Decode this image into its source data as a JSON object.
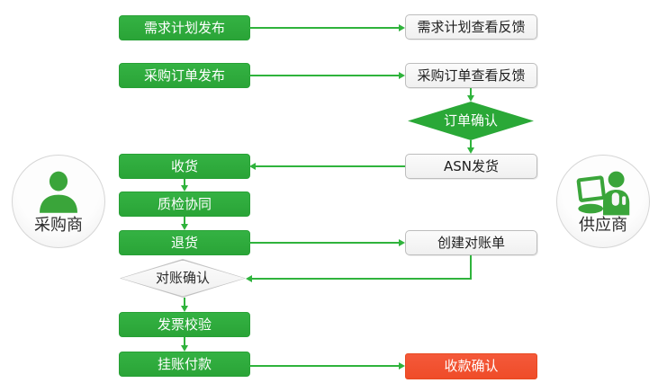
{
  "colors": {
    "primary_green": "#2aa837",
    "arrow_green": "#2fb33c",
    "alert_red": "#ef4c28",
    "box_border_gray": "#bdbdbd",
    "light_box_fill": "#f5f5f5",
    "circle_fill": "#f4f4f4",
    "text_dark": "#1d1d1d",
    "text_white": "#ffffff"
  },
  "actors": {
    "buyer": {
      "label": "采购商",
      "icon": "person-icon"
    },
    "supplier": {
      "label": "供应商",
      "icon": "person-laptop-icon"
    }
  },
  "nodes": {
    "demand_publish": "需求计划发布",
    "demand_feedback": "需求计划查看反馈",
    "po_publish": "采购订单发布",
    "po_feedback": "采购订单查看反馈",
    "order_confirm": "订单确认",
    "asn_ship": "ASN发货",
    "receive": "收货",
    "quality_check": "质检协同",
    "return_goods": "退货",
    "create_statement": "创建对账单",
    "statement_confirm": "对账确认",
    "invoice_verify": "发票校验",
    "book_payment": "挂账付款",
    "receipt_confirm": "收款确认"
  }
}
